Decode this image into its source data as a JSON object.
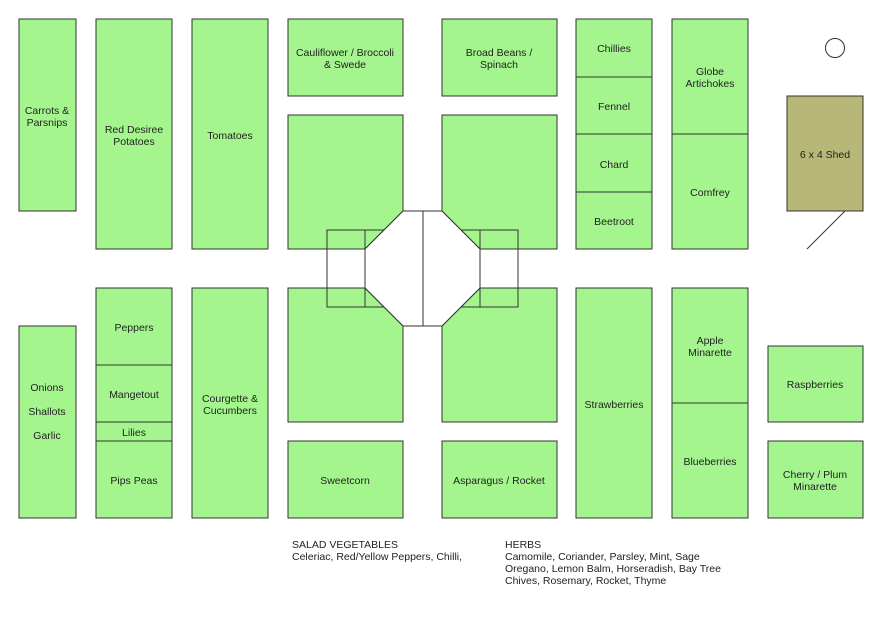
{
  "colors": {
    "bed": "#a5f58e",
    "shed": "#b7b777",
    "outline": "#333333"
  },
  "beds": {
    "carrots": {
      "line1": "Carrots &",
      "line2": "Parsnips"
    },
    "potatoes": {
      "line1": "Red Desiree",
      "line2": "Potatoes"
    },
    "tomatoes": "Tomatoes",
    "cauliflower": {
      "line1": "Cauliflower / Broccoli",
      "line2": "& Swede"
    },
    "broad_beans": {
      "line1": "Broad Beans /",
      "line2": "Spinach"
    },
    "chillies": "Chillies",
    "fennel": "Fennel",
    "chard": "Chard",
    "beetroot": "Beetroot",
    "artichokes": {
      "line1": "Globe",
      "line2": "Artichokes"
    },
    "comfrey": "Comfrey",
    "onions": "Onions",
    "shallots": "Shallots",
    "garlic": "Garlic",
    "peppers": "Peppers",
    "mangetout": "Mangetout",
    "lilies": "Lilies",
    "pips_peas": "Pips Peas",
    "courgette": {
      "line1": "Courgette &",
      "line2": "Cucumbers"
    },
    "sweetcorn": "Sweetcorn",
    "asparagus": "Asparagus / Rocket",
    "strawberries": "Strawberries",
    "apple": {
      "line1": "Apple",
      "line2": "Minarette"
    },
    "blueberries": "Blueberries",
    "raspberries": "Raspberries",
    "cherry_plum": {
      "line1": "Cherry / Plum",
      "line2": "Minarette"
    }
  },
  "shed": "6  x 4 Shed",
  "salad": {
    "heading": "SALAD VEGETABLES",
    "line1": "Celeriac, Red/Yellow Peppers, Chilli,"
  },
  "herbs": {
    "heading": "HERBS",
    "line1": "Camomile, Coriander, Parsley, Mint, Sage",
    "line2": "Oregano, Lemon Balm, Horseradish, Bay Tree",
    "line3": "Chives, Rosemary, Rocket, Thyme"
  }
}
